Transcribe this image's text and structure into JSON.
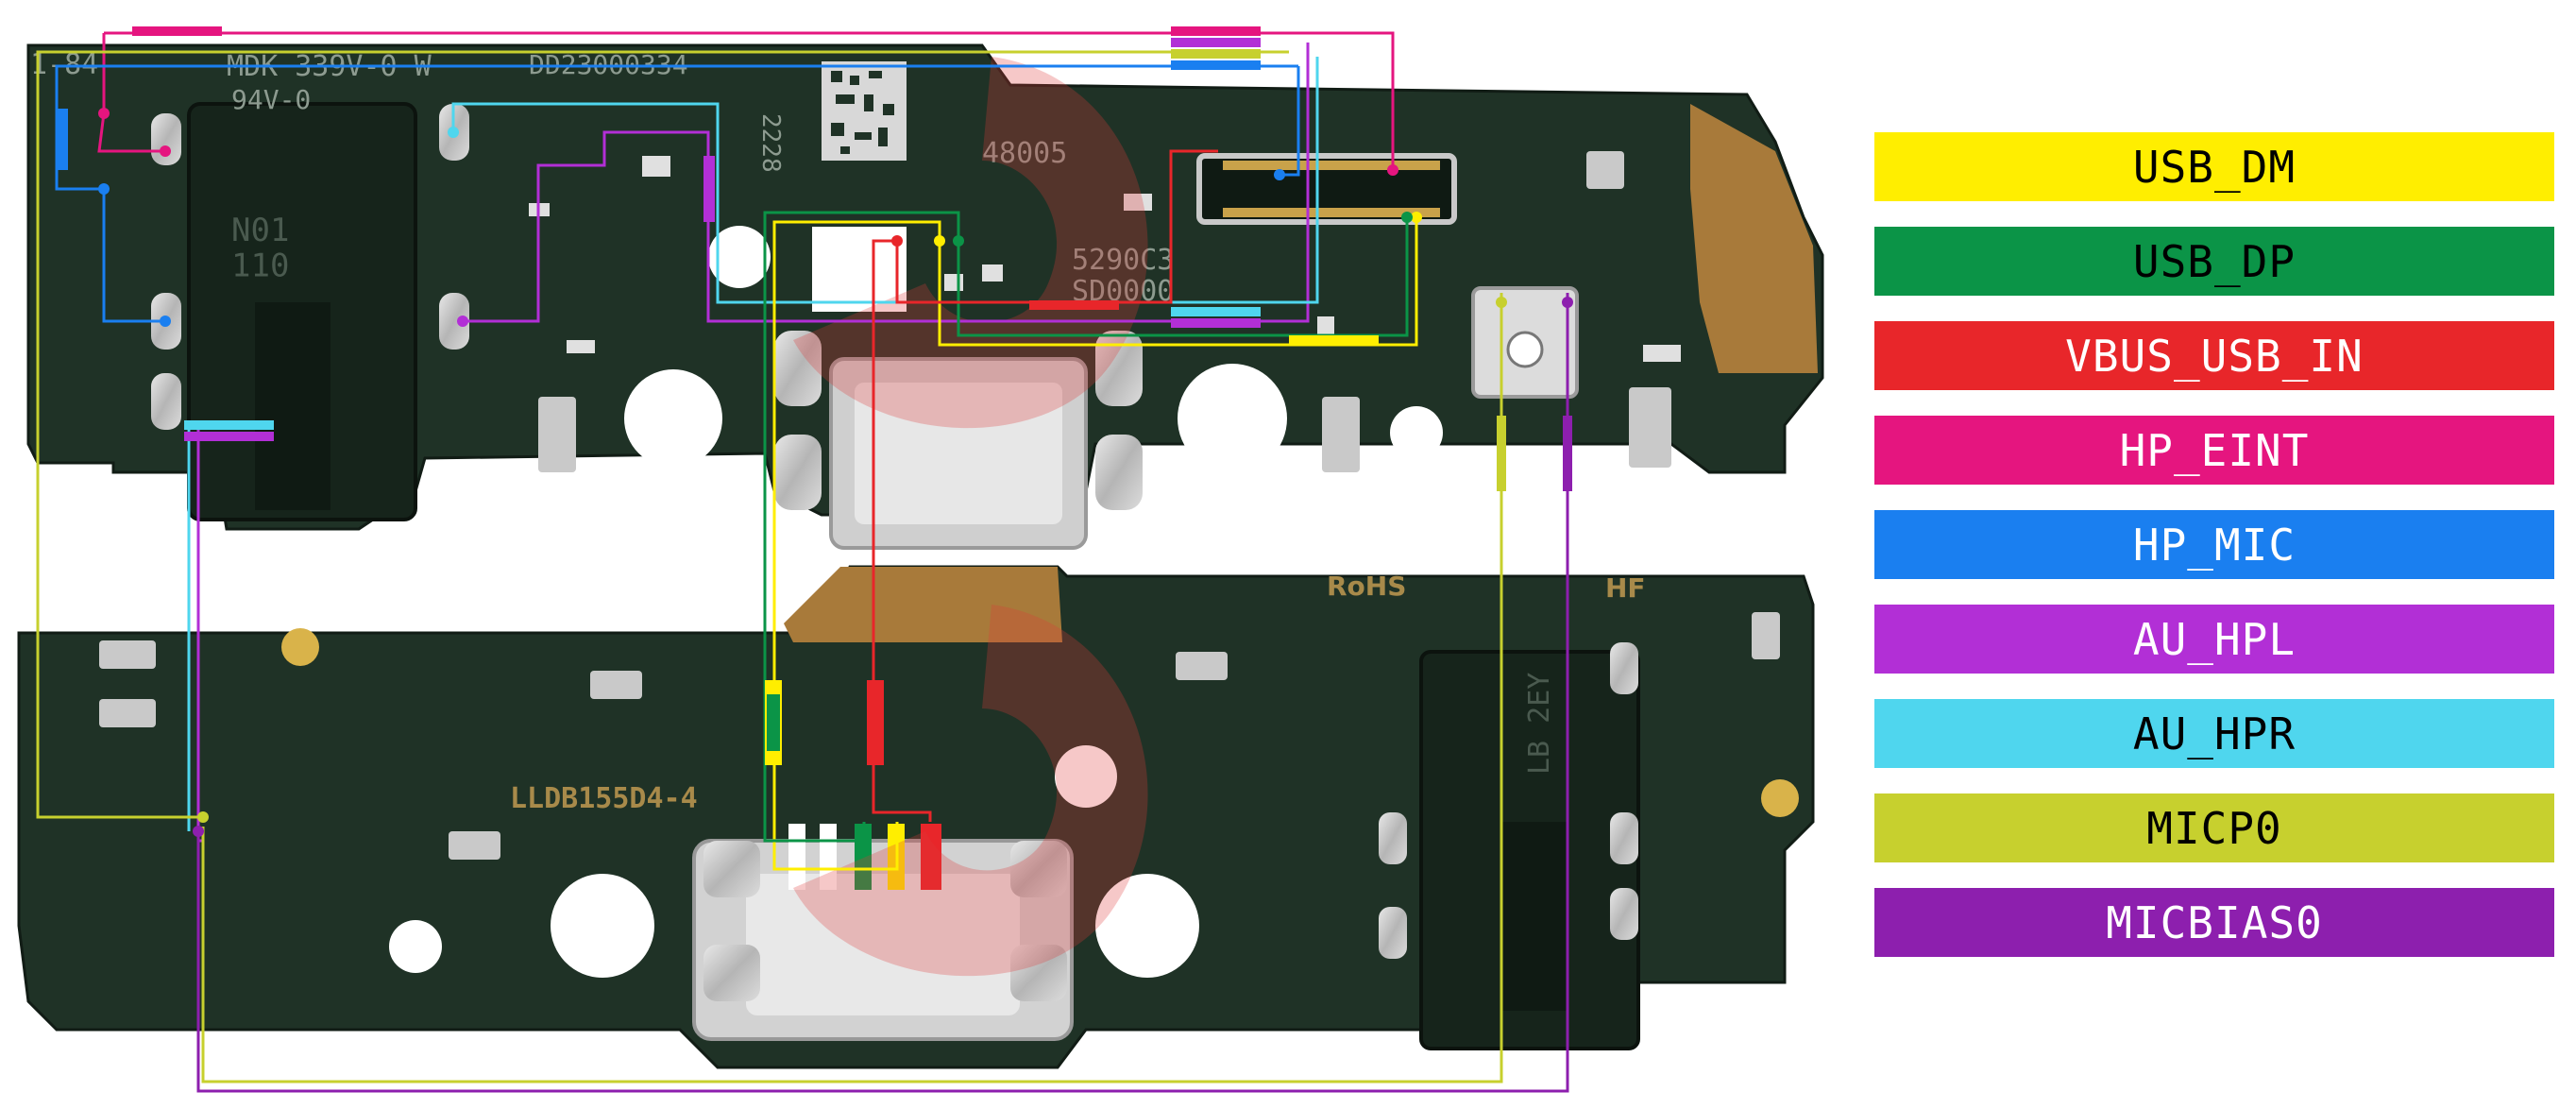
{
  "board_text": {
    "top_left_code": "1-84",
    "top_marking": "MDK 339V-0 W",
    "top_serial": "DD23000334",
    "top_rating": "94V-0",
    "top_2228": "2228",
    "top_48005": "48005",
    "top_date_1": "5290C3",
    "top_date_2": "SD0000",
    "rohs": "RoHS",
    "hf": "HF",
    "bottom_code": "LLDB155D4-4",
    "jack_marking": "LB 2EY",
    "jack_marking_top": "N01\n110"
  },
  "signals": [
    {
      "name": "USB_DM",
      "color": "#ffee00",
      "text_color": "#000000"
    },
    {
      "name": "USB_DP",
      "color": "#0b9447",
      "text_color": "#000000"
    },
    {
      "name": "VBUS_USB_IN",
      "color": "#e8262a",
      "text_color": "#ffffff"
    },
    {
      "name": "HP_EINT",
      "color": "#e5157f",
      "text_color": "#ffffff"
    },
    {
      "name": "HP_MIC",
      "color": "#1a7ff0",
      "text_color": "#ffffff"
    },
    {
      "name": "AU_HPL",
      "color": "#b22fd6",
      "text_color": "#ffffff"
    },
    {
      "name": "AU_HPR",
      "color": "#4fd6ee",
      "text_color": "#000000"
    },
    {
      "name": "MICP0",
      "color": "#c7d02e",
      "text_color": "#000000"
    },
    {
      "name": "MICBIAS0",
      "color": "#8d1fae",
      "text_color": "#ffffff"
    }
  ],
  "colors": {
    "pcb": "#1f3226",
    "pcb_dark": "#16241b",
    "copper": "#a87a3a",
    "metal": "#c9c9c9",
    "watermark": "#e03a3a"
  }
}
